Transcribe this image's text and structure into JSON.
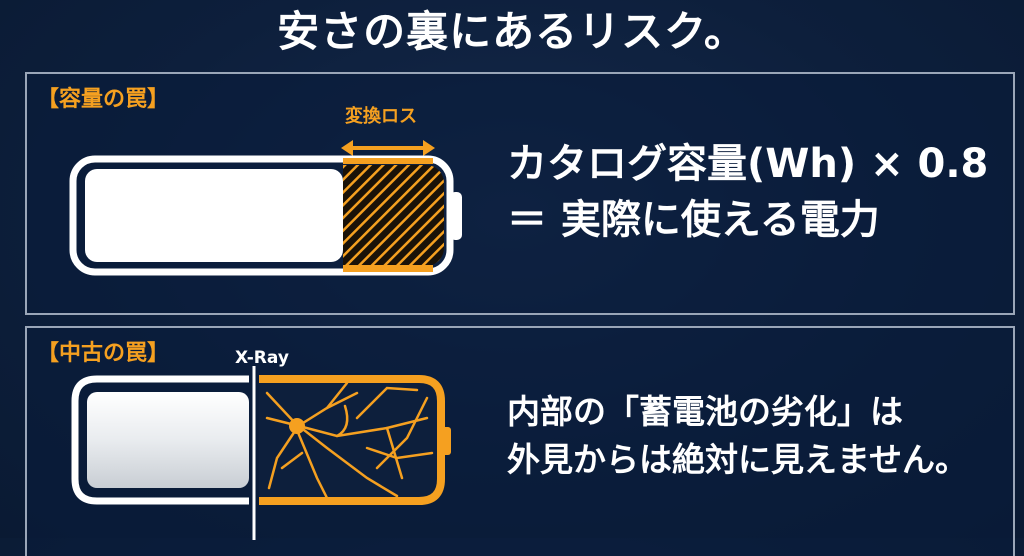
{
  "title": "安さの裏にあるリスク。",
  "panels": [
    {
      "label": "【容量の罠】",
      "annotation": "変換ロス",
      "formula_line1": "カタログ容量(Wh) × 0.8",
      "formula_line2": "＝ 実際に使える電力",
      "illustration": "battery-with-hatched-loss-section"
    },
    {
      "label": "【中古の罠】",
      "annotation": "X-Ray",
      "text_line1": "内部の「蓄電池の劣化」は",
      "text_line2": "外見からは絶対に見えません。",
      "illustration": "battery-xray-cracked-cells"
    }
  ],
  "colors": {
    "background": "#0d1f3c",
    "accent": "#f5a020",
    "text": "#ffffff",
    "border": "#9aa6b8"
  }
}
